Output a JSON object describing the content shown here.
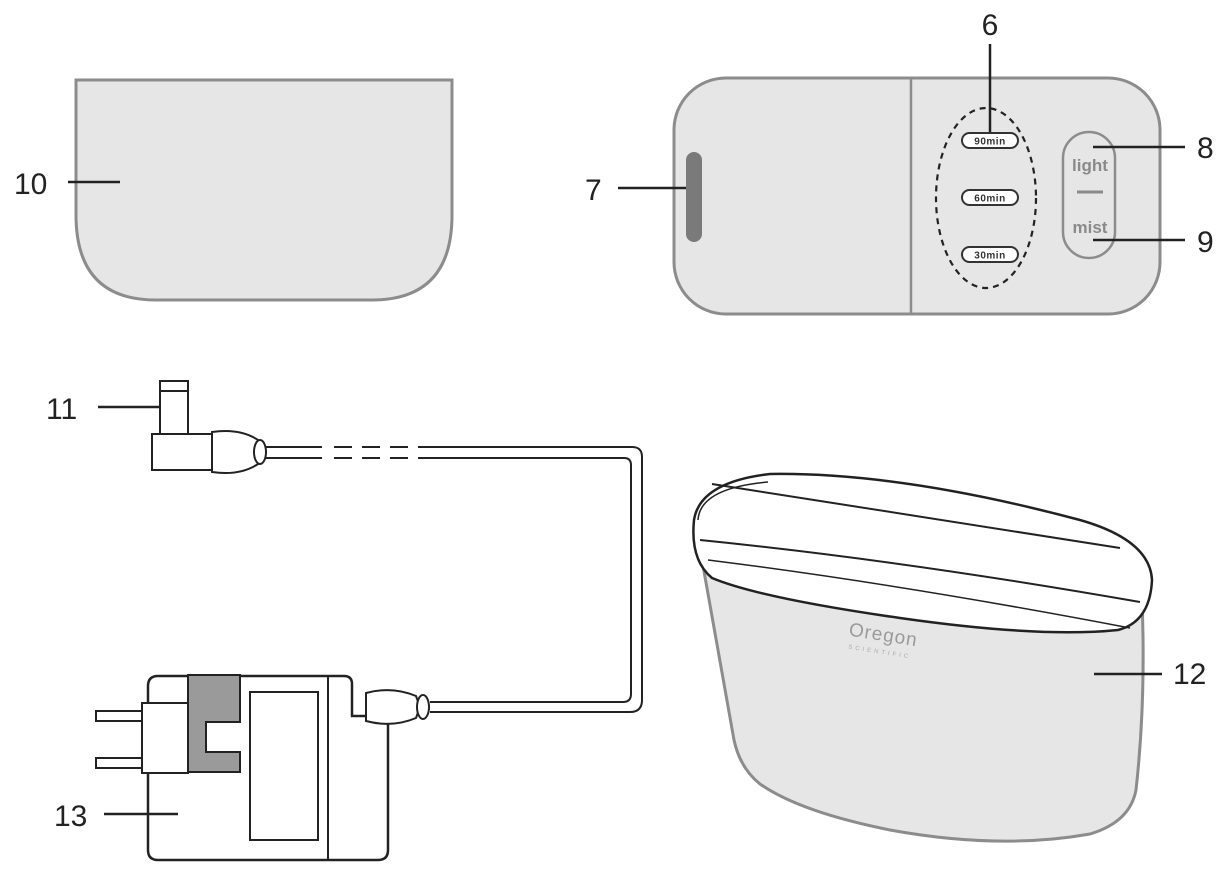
{
  "callouts": {
    "c6": "6",
    "c7": "7",
    "c8": "8",
    "c9": "9",
    "c10": "10",
    "c11": "11",
    "c12": "12",
    "c13": "13"
  },
  "control_panel": {
    "timer_90": "90min",
    "timer_60": "60min",
    "timer_30": "30min",
    "light_label": "light",
    "mist_label": "mist"
  },
  "brand": {
    "name": "Oregon",
    "sub": "SCIENTIFIC"
  },
  "colors": {
    "part_fill": "#e6e6e6",
    "outline": "#8c8c8c",
    "indicator": "#777777",
    "adapter_clip": "#9a9a9a"
  }
}
